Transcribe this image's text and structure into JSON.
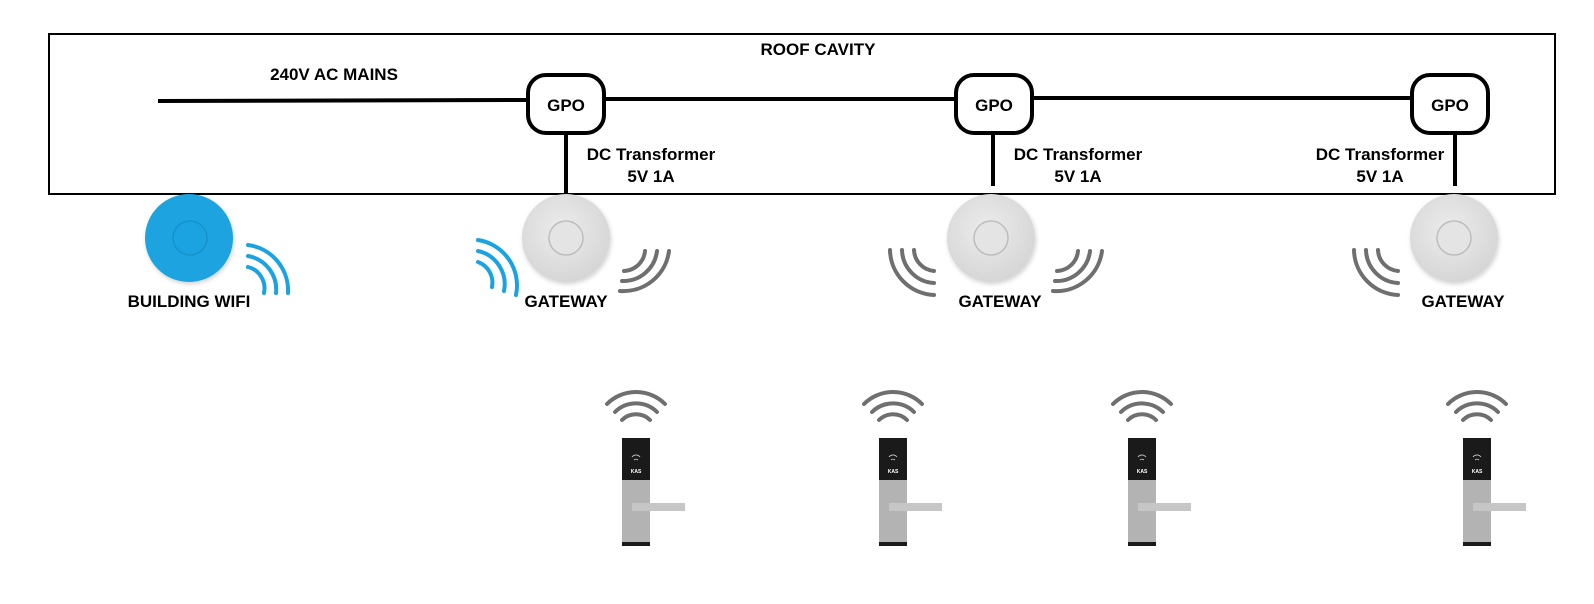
{
  "roof_label": "ROOF CAVITY",
  "mains_label": "240V AC MAINS",
  "gpo_label": "GPO",
  "transformers": [
    {
      "line1": "DC Transformer",
      "line2": "5V 1A"
    },
    {
      "line1": "DC Transformer",
      "line2": "5V 1A"
    },
    {
      "line1": "DC Transformer",
      "line2": "5V 1A"
    }
  ],
  "wifi_label": "BUILDING WIFI",
  "gateways": [
    {
      "label": "GATEWAY"
    },
    {
      "label": "GATEWAY"
    },
    {
      "label": "GATEWAY"
    }
  ],
  "lock_brand": "KAS",
  "locks_count_visible": 4,
  "colors": {
    "wifi_blue": "#1aa3e0",
    "signal_grey": "#6f6f6f",
    "gateway_grey": "#dedede",
    "lock_silver": "#b3b3b3",
    "lock_black": "#1a1a1a"
  }
}
